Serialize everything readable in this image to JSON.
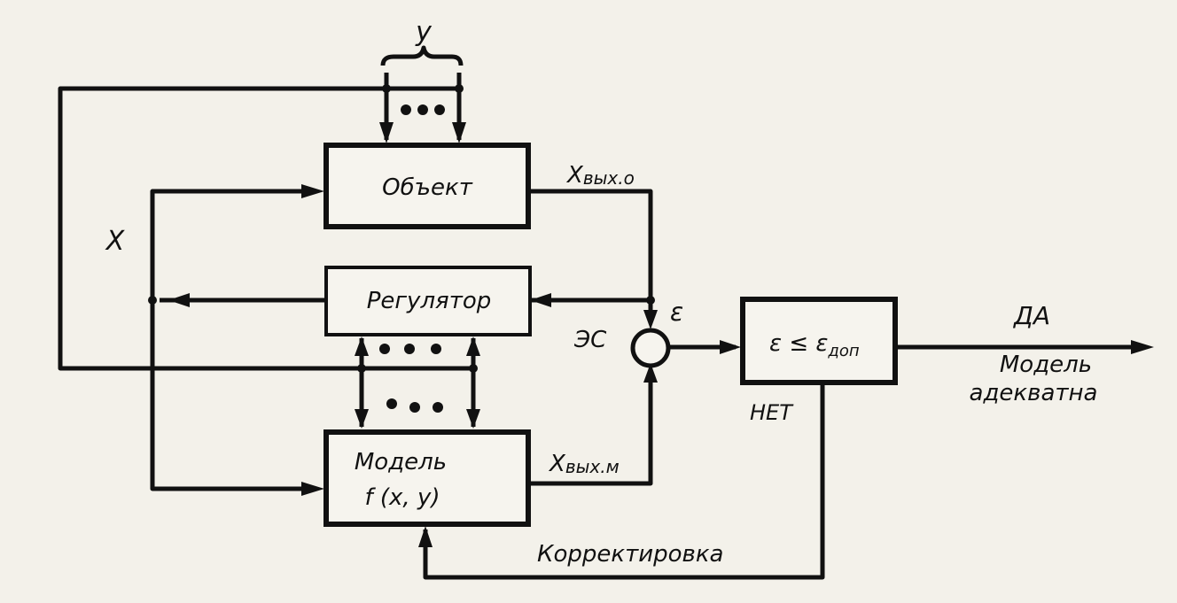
{
  "blocks": {
    "object": "Объект",
    "regulator": "Регулятор",
    "model_line1": "Модель",
    "model_line2": "f (x, y)",
    "condition": "ε ≤ ε",
    "condition_sub": "доп"
  },
  "signals": {
    "y": "y",
    "x": "X",
    "x_out_object_main": "X",
    "x_out_object_sub": "вых.о",
    "x_out_model_main": "X",
    "x_out_model_sub": "вых.м",
    "epsilon": "ε",
    "comparator": "ЭС"
  },
  "outcomes": {
    "yes": "ДА",
    "adequate_line1": "Модель",
    "adequate_line2": "адекватна",
    "no": "НЕТ",
    "correction": "Корректировка"
  }
}
